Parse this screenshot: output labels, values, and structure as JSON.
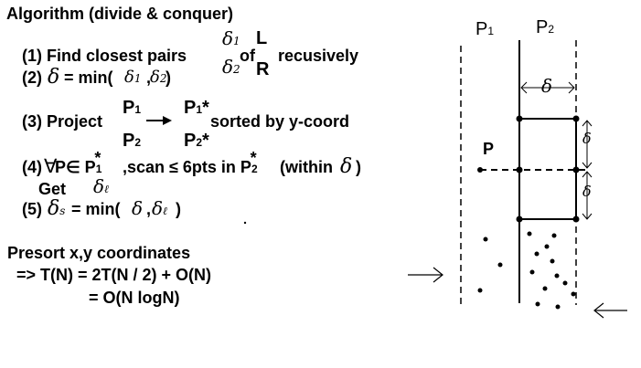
{
  "algorithm": {
    "title": "Algorithm (divide & conquer)",
    "step1": {
      "num": "(1) Find closest pairs",
      "d1": "δ",
      "d1_sub": "1",
      "d2": "δ",
      "d2_sub": "2",
      "of": "of",
      "L": "L",
      "R": "R",
      "rest": "recusively"
    },
    "step2": {
      "num": "(2)",
      "d": "δ",
      "eq": "= min(",
      "a": "δ",
      "a_sub": "1",
      "comma": ",",
      "b": "δ",
      "b_sub": "2",
      "close": ")"
    },
    "step3": {
      "num": "(3) Project",
      "p1": "P",
      "p1_sub": "1",
      "p2": "P",
      "p2_sub": "2",
      "p1s": "P",
      "p1s_sub": "1",
      "p1s_sup": "*",
      "p2s": "P",
      "p2s_sub": "2",
      "p2s_sup": "*",
      "rest": "sorted by y-coord"
    },
    "step4": {
      "num": "(4)",
      "forall": "∀",
      "pe": "P∈ P",
      "pe_sub": "1",
      "pe_sup": "*",
      "scan": ",scan ≤ 6pts in P",
      "scan_sub": "2",
      "scan_sup": "*",
      "within": "(within",
      "d": "δ",
      "close": ")",
      "get": "Get",
      "dl": "δ",
      "dl_sub": "ℓ"
    },
    "step5": {
      "num": "(5)",
      "d": "δ",
      "d_sub": "s",
      "eq": "= min(",
      "a": "δ",
      "comma": ",",
      "b": "δ",
      "b_sub": "ℓ",
      "close": ")"
    }
  },
  "presort": {
    "line1": "Presort x,y coordinates",
    "line2": "=> T(N) = 2T(N / 2) + O(N)",
    "line3": "= O(N logN)"
  },
  "diagram": {
    "p1_label": "P",
    "p1_sub": "1",
    "p2_label": "P",
    "p2_sub": "2",
    "p_label": "P",
    "delta_top": "δ",
    "delta_right_1": "δ",
    "delta_right_2": "δ"
  }
}
